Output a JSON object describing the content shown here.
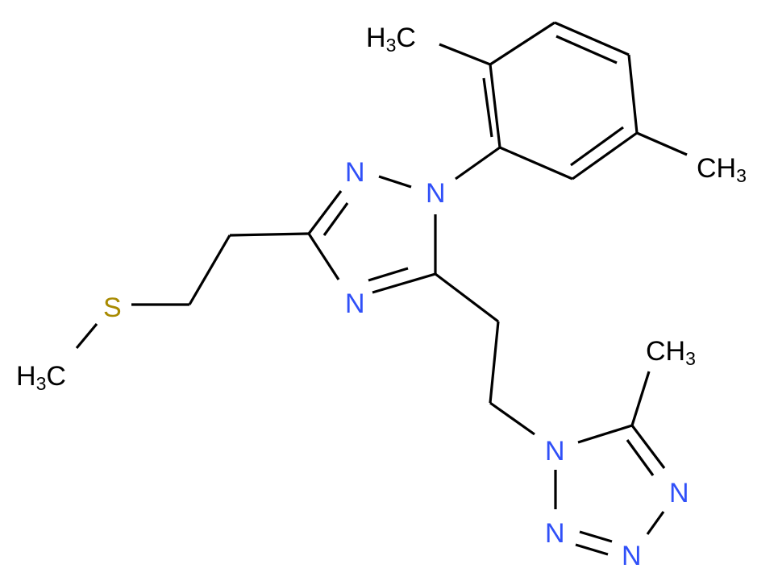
{
  "atoms": {
    "methyl_top": {
      "main": "H",
      "sub": "3",
      "tail": "C"
    },
    "methyl_right": {
      "main": "CH",
      "sub": "3"
    },
    "methyl_tetrazole": {
      "main": "CH",
      "sub": "3"
    },
    "methyl_sulfur": {
      "main": "H",
      "sub": "3",
      "tail": "C"
    },
    "triazole_n1": "N",
    "triazole_n2": "N",
    "triazole_n4": "N",
    "tetrazole_n1": "N",
    "tetrazole_n2": "N",
    "tetrazole_n3": "N",
    "tetrazole_n4": "N",
    "sulfur": "S"
  },
  "colors": {
    "nitrogen": "#3050F8",
    "sulfur": "#A88A00",
    "carbon": "#000000"
  }
}
